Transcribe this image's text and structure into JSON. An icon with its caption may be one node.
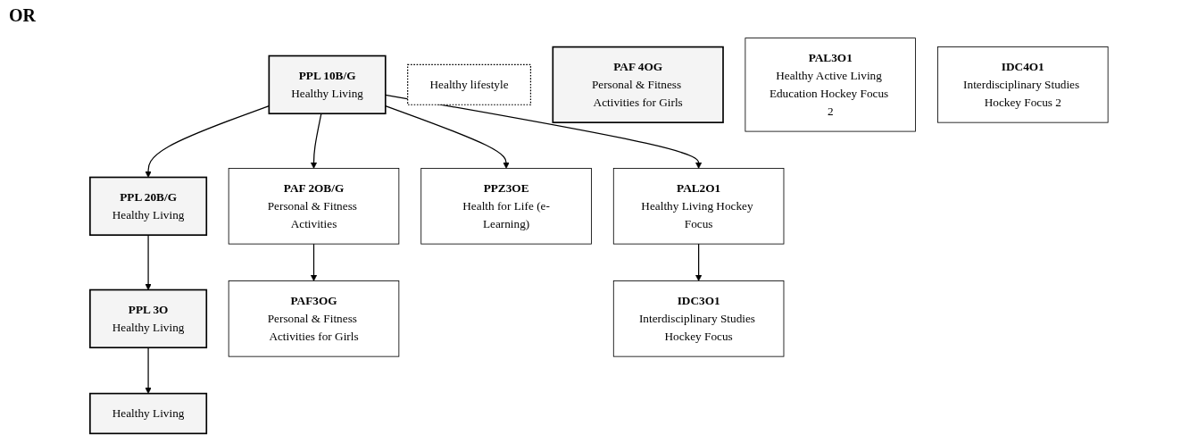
{
  "diagram": {
    "nodes": [
      {
        "text": [
          "PPL 10B/G",
          "Healthy Living"
        ]
      },
      {
        "text": [
          "PPL 20B/G",
          "Healthy Living"
        ]
      },
      {
        "text": [
          "PPL 3O",
          "Healthy Living"
        ]
      },
      {
        "text": [
          "Healthy Living"
        ]
      },
      {
        "text": [
          "Healthy lifestyle"
        ]
      },
      {
        "text": [
          "PAF 2OB/G",
          "Personal & Fitness Activities"
        ]
      },
      {
        "text": [
          "PAF3OG",
          "Personal & Fitness Activities for Girls"
        ]
      },
      {
        "text": [
          "PAF 4OG",
          "Personal & Fitness Activities for Girls"
        ]
      },
      {
        "text": [
          "PPZ3OE",
          "Health for Life (e-Learning)"
        ]
      },
      {
        "text": [
          "PAL2O1",
          "Healthy Living Hockey Focus"
        ]
      },
      {
        "text": [
          "IDC3O1",
          "Interdisciplinary Studies Hockey Focus"
        ]
      },
      {
        "text": [
          "PAL3O1",
          "Healthy Active Living Education Hockey Focus 2"
        ]
      },
      {
        "text": [
          "IDC4O1",
          "Interdisciplinary Studies Hockey Focus 2"
        ]
      }
    ],
    "edges": [
      {
        "from": 0,
        "to": 1,
        "arrow": "to"
      },
      {
        "from": 1,
        "to": 2,
        "arrow": "to"
      },
      {
        "from": 2,
        "to": 3,
        "arrow": "to"
      },
      {
        "from": 0,
        "to": 5,
        "arrow": "to"
      },
      {
        "from": 5,
        "to": 6,
        "arrow": "to"
      },
      {
        "from": 0,
        "to": 8,
        "arrow": "to"
      },
      {
        "from": 0,
        "to": 9,
        "arrow": "to"
      },
      {
        "from": 9,
        "to": 10,
        "arrow": "to"
      }
    ],
    "labels": [
      "OR"
    ]
  }
}
